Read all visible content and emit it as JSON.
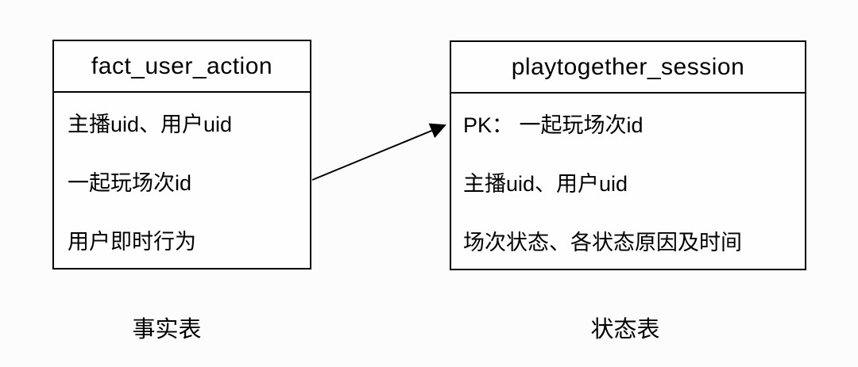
{
  "diagram": {
    "tables": [
      {
        "title": "fact_user_action",
        "rows": [
          "主播uid、用户uid",
          "一起玩场次id",
          "用户即时行为"
        ],
        "caption": "事实表"
      },
      {
        "title": "playtogether_session",
        "rows": [
          "PK： 一起玩场次id",
          "主播uid、用户uid",
          "场次状态、各状态原因及时间"
        ],
        "caption": "状态表"
      }
    ],
    "colors": {
      "border": "#000000",
      "text": "#000000",
      "background": "#fcfcfc",
      "box_background": "#fefefe",
      "arrow": "#000000"
    }
  }
}
